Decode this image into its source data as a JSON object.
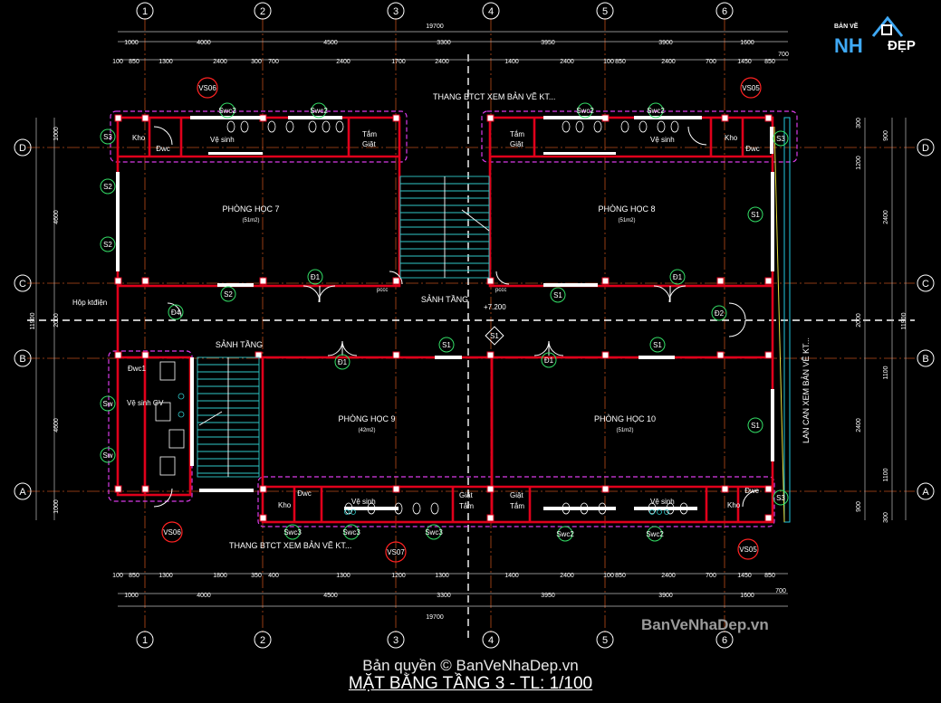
{
  "drawing": {
    "title": "MẶT BẰNG TẦNG 3 - TL: 1/100",
    "copyright": "Bản quyền © BanVeNhaDep.vn",
    "watermark": "BanVeNhaDep.vn",
    "logo": {
      "small": "BẢN VẼ",
      "main": "NH",
      "tail": "ĐẸP"
    }
  },
  "axes": {
    "columns": [
      "1",
      "2",
      "3",
      "4",
      "5",
      "6"
    ],
    "rows": [
      "D",
      "C",
      "B",
      "A"
    ]
  },
  "dimensions": {
    "overall": "19700",
    "top_row1": [
      "1000",
      "4000",
      "4500",
      "3300",
      "3950",
      "3900",
      "1600"
    ],
    "top_row2": [
      "100",
      "850",
      "1300",
      "2400",
      "300",
      "700",
      "2400",
      "1700",
      "2400",
      "1400",
      "2400",
      "100",
      "850",
      "2400",
      "700",
      "1450",
      "850"
    ],
    "bottom_row1": [
      "1000",
      "4000",
      "4500",
      "3300",
      "3950",
      "3900",
      "1600"
    ],
    "bottom_row2": [
      "100",
      "850",
      "1300",
      "1800",
      "350",
      "400",
      "1300",
      "1200",
      "1300",
      "1400",
      "2400",
      "100",
      "850",
      "2400",
      "700",
      "1450",
      "850"
    ],
    "left_overall": "11900",
    "left_parts": [
      "1000",
      "4600",
      "2000",
      "4600",
      "1000"
    ],
    "right_overall": "11900",
    "right_parts": [
      "300",
      "900",
      "1200",
      "2400",
      "2000",
      "1100",
      "2400",
      "1100",
      "900",
      "300"
    ],
    "right_small": [
      "700",
      "700"
    ],
    "level": "+7.200"
  },
  "rooms": [
    {
      "id": "phong-hoc-7",
      "name": "PHÒNG HỌC 7",
      "area": "(51m2)"
    },
    {
      "id": "phong-hoc-8",
      "name": "PHÒNG HỌC 8",
      "area": "(51m2)"
    },
    {
      "id": "phong-hoc-9",
      "name": "PHÒNG HỌC 9",
      "area": "(42m2)"
    },
    {
      "id": "phong-hoc-10",
      "name": "PHÒNG HỌC 10",
      "area": "(51m2)"
    },
    {
      "id": "sanh-tang-center",
      "name": "SẢNH TẦNG",
      "area": ""
    },
    {
      "id": "sanh-tang-left",
      "name": "SẢNH TẦNG",
      "area": ""
    }
  ],
  "labels": {
    "kho": "Kho",
    "dwc": "Đwc",
    "dwc1": "Đwc1",
    "ve_sinh": "Vệ sinh",
    "ve_sinh_gv": "Vệ sinh GV",
    "tam_giat": "Tắm Giặt",
    "tam": "Tắm",
    "giat": "Giặt",
    "hop_ktdien": "Hộp ktđiện",
    "pccc": "pccc",
    "lan_can": "LAN CAN XEM BẢN VẼ KT...",
    "thang_top": "THANG BTCT XEM BẢN VẼ KT...",
    "thang_bottom": "THANG BTCT XEM BẢN VẼ KT..."
  },
  "tags": {
    "S1": "S1",
    "S2": "S2",
    "S3": "S3",
    "Sw": "Sw",
    "D1": "Đ1",
    "D2": "Đ2",
    "D4": "Đ4",
    "Swc2": "Swc2",
    "Swc3": "Swc3",
    "VS05": "VS05",
    "VS06": "VS06",
    "VS07": "VS07"
  },
  "colors": {
    "background": "#000000",
    "wall": "#e0001b",
    "wall_fill": "#ffffff",
    "dim": "#cfcfcf",
    "axis": "#ff7733",
    "stair": "#2fc9c9",
    "dashed_box": "#e23ff0",
    "tag_circle": "#33dd66",
    "vs_circle": "#ff2222",
    "railing": "#22c8e0",
    "yellow": "#e8e040"
  }
}
